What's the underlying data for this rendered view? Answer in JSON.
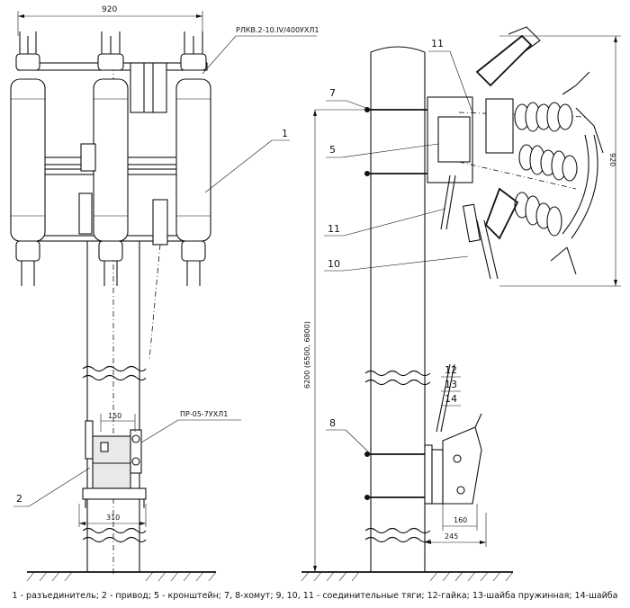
{
  "dims": {
    "top_width": "920",
    "right_width": "920",
    "height": "6200 (6500, 6800)",
    "drive_width": "150",
    "drive_base": "310",
    "bracket_depth": "160",
    "bracket_total": "245"
  },
  "models": {
    "disconnector": "РЛКВ.2-10.IV/400УХЛ1",
    "drive": "ПР-05-7УХЛ1"
  },
  "callouts": {
    "c1": "1",
    "c2": "2",
    "c5": "5",
    "c7": "7",
    "c8": "8",
    "c10": "10",
    "c11a": "11",
    "c11b": "11",
    "c12": "12",
    "c13": "13",
    "c14": "14"
  },
  "caption": "1 - разъединитель; 2 - привод; 5 - кронштейн; 7, 8-хомут; 9, 10, 11 - соединительные тяги; 12-гайка; 13-шайба пружинная; 14-шайба"
}
